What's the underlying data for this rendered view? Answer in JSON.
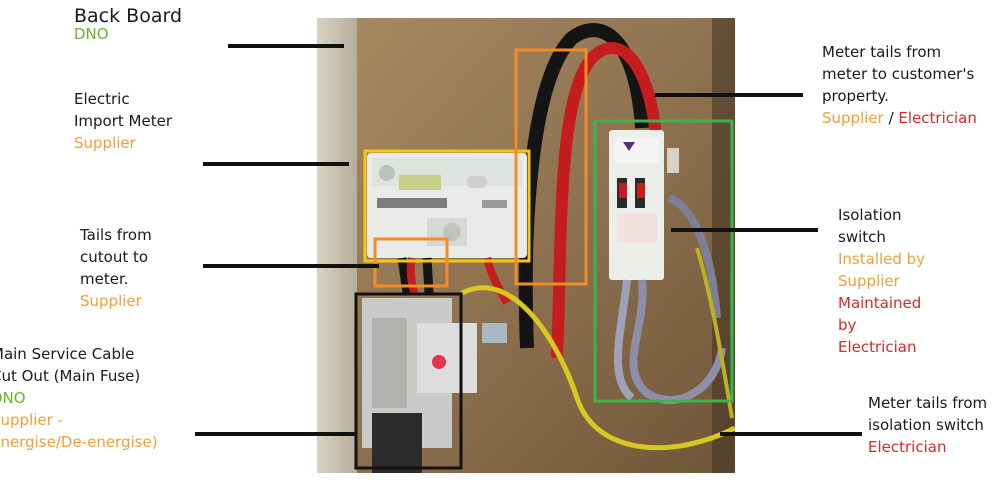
{
  "labels": {
    "back_board": {
      "title": "Back Board",
      "owner": "DNO"
    },
    "import_meter": {
      "line1": "Electric",
      "line2": "Import Meter",
      "owner": "Supplier"
    },
    "tails_cutout": {
      "line1": "Tails from",
      "line2": "cutout to",
      "line3": "meter.",
      "owner": "Supplier"
    },
    "main_service": {
      "line1": "Main Service Cable",
      "line2": "Cut Out (Main Fuse)",
      "owner": "DNO",
      "owner2a": "Supplier -",
      "owner2b": "Energise/De-energise)"
    },
    "meter_tails_customer": {
      "line1": "Meter tails from",
      "line2": "meter to customer's",
      "line3": "property.",
      "owner_a": "Supplier",
      "sep": " / ",
      "owner_b": "Electrician"
    },
    "isolation": {
      "line1": "Isolation",
      "line2": "switch",
      "inst1": "Installed by",
      "inst2": "Supplier",
      "maint1": "Maintained",
      "maint2": "by",
      "maint3": "Electrician"
    },
    "meter_tails_iso": {
      "line1": "Meter tails from",
      "line2": "isolation switch",
      "owner": "Electrician"
    }
  },
  "highlight_colors": {
    "meter": "#f5c518",
    "tails": "#f28c28",
    "isolation": "#3ab54a",
    "cutout": "#111111"
  },
  "text_colors": {
    "dno": "#6ab52b",
    "supplier": "#f0a03a",
    "electrician": "#d42a2a"
  }
}
